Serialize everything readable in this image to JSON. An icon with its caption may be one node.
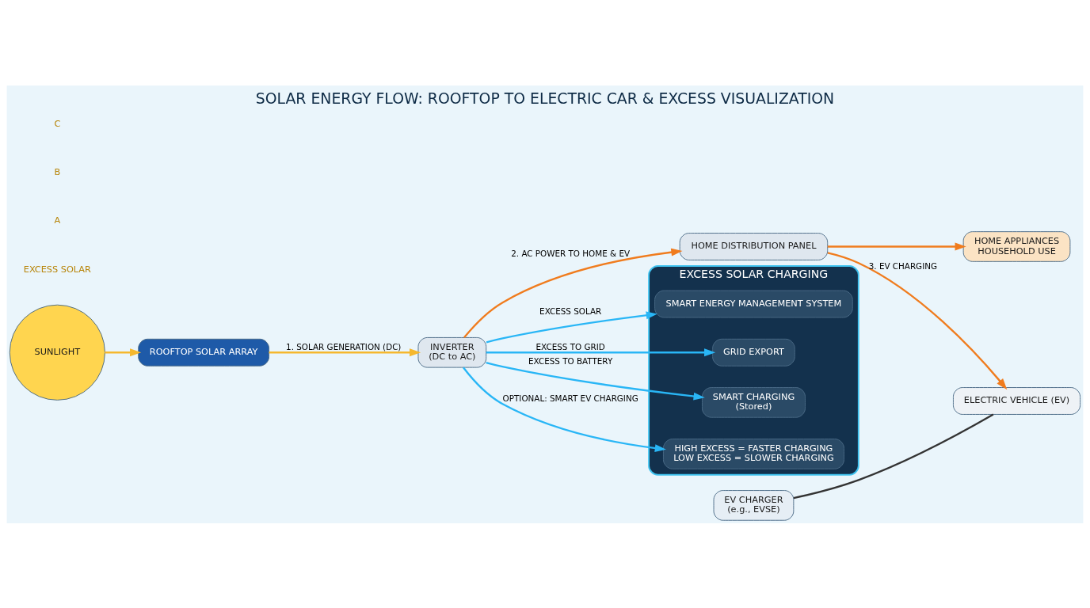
{
  "diagram": {
    "title": "SOLAR ENERGY FLOW: ROOFTOP TO ELECTRIC CAR & EXCESS VISUALIZATION",
    "nodes": [
      {
        "text": [
          "SUNLIGHT"
        ]
      },
      {
        "text": [
          "ROOFTOP SOLAR ARRAY"
        ]
      },
      {
        "text": [
          "INVERTER",
          "(DC to AC)"
        ]
      },
      {
        "text": [
          "HOME DISTRIBUTION PANEL"
        ]
      },
      {
        "text": [
          "HOME APPLIANCES",
          "HOUSEHOLD USE"
        ]
      },
      {
        "text": [
          "EV CHARGER",
          "(e.g., EVSE)"
        ]
      },
      {
        "text": [
          "ELECTRIC VEHICLE (EV)"
        ]
      },
      {
        "text": [
          "EXCESS SOLAR CHARGING"
        ]
      },
      {
        "text": [
          "SMART ENERGY MANAGEMENT SYSTEM"
        ],
        "in": 7
      },
      {
        "text": [
          "GRID EXPORT"
        ],
        "in": 7
      },
      {
        "text": [
          "SMART CHARGING",
          "(Stored)"
        ],
        "in": 7
      },
      {
        "text": [
          "HIGH EXCESS = FASTER CHARGING",
          "LOW EXCESS = SLOWER CHARGING"
        ],
        "in": 7
      }
    ],
    "edges": [
      {
        "from": 0,
        "to": 1,
        "arrow": "to",
        "color": "#f5b82e"
      },
      {
        "from": 1,
        "to": 2,
        "arrow": "to",
        "label": "1. SOLAR GENERATION (DC)",
        "color": "#f5b82e"
      },
      {
        "from": 2,
        "to": 3,
        "arrow": "to",
        "label": "2. AC POWER TO HOME & EV",
        "color": "#f07c1e"
      },
      {
        "from": 3,
        "to": 4,
        "arrow": "to",
        "color": "#f07c1e"
      },
      {
        "from": 3,
        "to": 6,
        "arrow": "to",
        "label": "3. EV CHARGING",
        "color": "#f07c1e"
      },
      {
        "from": 5,
        "to": 6,
        "arrow": "none",
        "color": "#333333"
      },
      {
        "from": 2,
        "to": 8,
        "arrow": "to",
        "label": "EXCESS SOLAR",
        "color": "#29b6f6"
      },
      {
        "from": 2,
        "to": 9,
        "arrow": "to",
        "label": "EXCESS TO GRID",
        "color": "#29b6f6"
      },
      {
        "from": 2,
        "to": 10,
        "arrow": "to",
        "label": "EXCESS TO BATTERY",
        "color": "#29b6f6"
      },
      {
        "from": 2,
        "to": 11,
        "arrow": "to",
        "label": "OPTIONAL: SMART EV CHARGING",
        "color": "#29b6f6"
      }
    ],
    "labels": [
      "EXCESS SOLAR",
      "A",
      "B",
      "C"
    ]
  }
}
